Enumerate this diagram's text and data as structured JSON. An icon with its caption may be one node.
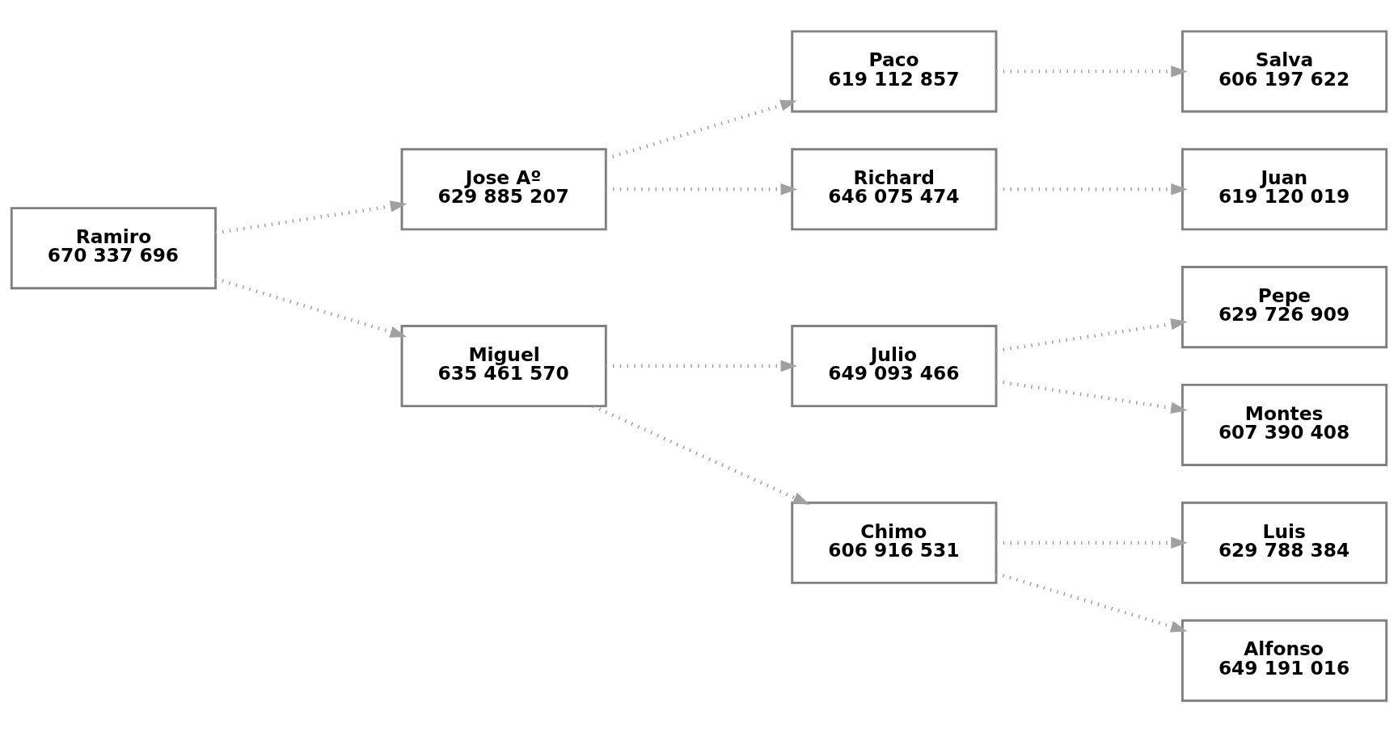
{
  "diagram": {
    "nodes": [
      {
        "text": [
          "Ramiro",
          "670 337 696"
        ]
      },
      {
        "text": [
          "Jose Aº",
          "629 885 207"
        ]
      },
      {
        "text": [
          "Miguel",
          "635 461 570"
        ]
      },
      {
        "text": [
          "Paco",
          "619 112 857"
        ]
      },
      {
        "text": [
          "Richard",
          "646 075 474"
        ]
      },
      {
        "text": [
          "Julio",
          "649 093 466"
        ]
      },
      {
        "text": [
          "Chimo",
          "606 916 531"
        ]
      },
      {
        "text": [
          "Salva",
          "606 197 622"
        ]
      },
      {
        "text": [
          "Juan",
          "619 120 019"
        ]
      },
      {
        "text": [
          "Pepe",
          "629 726 909"
        ]
      },
      {
        "text": [
          "Montes",
          "607 390 408"
        ]
      },
      {
        "text": [
          "Luis",
          "629 788 384"
        ]
      },
      {
        "text": [
          "Alfonso",
          "649 191 016"
        ]
      }
    ],
    "edges": [
      {
        "from": 0,
        "to": 1,
        "arrow": "to",
        "style": "dashed"
      },
      {
        "from": 0,
        "to": 2,
        "arrow": "to",
        "style": "dashed"
      },
      {
        "from": 1,
        "to": 3,
        "arrow": "to",
        "style": "dashed"
      },
      {
        "from": 1,
        "to": 4,
        "arrow": "to",
        "style": "dashed"
      },
      {
        "from": 2,
        "to": 5,
        "arrow": "to",
        "style": "dashed"
      },
      {
        "from": 2,
        "to": 6,
        "arrow": "to",
        "style": "dashed"
      },
      {
        "from": 3,
        "to": 7,
        "arrow": "to",
        "style": "dashed"
      },
      {
        "from": 4,
        "to": 8,
        "arrow": "to",
        "style": "dashed"
      },
      {
        "from": 5,
        "to": 9,
        "arrow": "to",
        "style": "dashed"
      },
      {
        "from": 5,
        "to": 10,
        "arrow": "to",
        "style": "dashed"
      },
      {
        "from": 6,
        "to": 11,
        "arrow": "to",
        "style": "dashed"
      },
      {
        "from": 6,
        "to": 12,
        "arrow": "to",
        "style": "dashed"
      }
    ]
  }
}
